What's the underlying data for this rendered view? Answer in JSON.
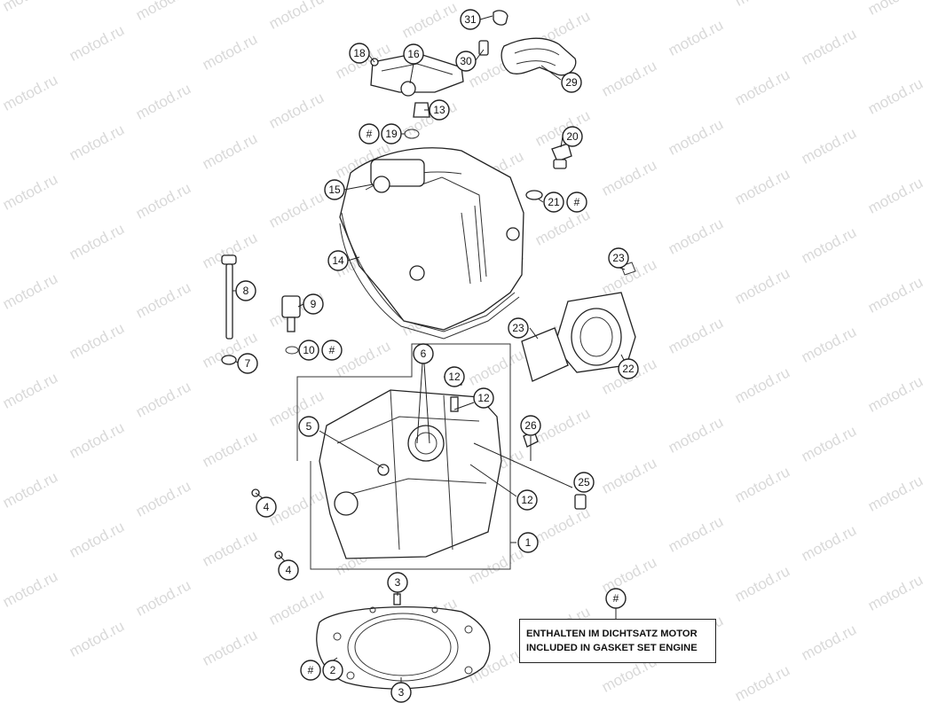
{
  "watermark_text": "motod.ru",
  "legend": {
    "symbol": "#",
    "line_de": "ENTHALTEN IM DICHTSATZ MOTOR",
    "line_en": "INCLUDED IN GASKET SET ENGINE"
  },
  "callouts": [
    {
      "id": "c31",
      "label": "31"
    },
    {
      "id": "c18",
      "label": "18"
    },
    {
      "id": "c16",
      "label": "16"
    },
    {
      "id": "c30",
      "label": "30"
    },
    {
      "id": "c29",
      "label": "29"
    },
    {
      "id": "c13",
      "label": "13"
    },
    {
      "id": "c19h",
      "label": "#"
    },
    {
      "id": "c19",
      "label": "19"
    },
    {
      "id": "c20",
      "label": "20"
    },
    {
      "id": "c15",
      "label": "15"
    },
    {
      "id": "c21",
      "label": "21"
    },
    {
      "id": "c21h",
      "label": "#"
    },
    {
      "id": "c14",
      "label": "14"
    },
    {
      "id": "c23a",
      "label": "23"
    },
    {
      "id": "c8",
      "label": "8"
    },
    {
      "id": "c9",
      "label": "9"
    },
    {
      "id": "c23b",
      "label": "23"
    },
    {
      "id": "c10",
      "label": "10"
    },
    {
      "id": "c10h",
      "label": "#"
    },
    {
      "id": "c6",
      "label": "6"
    },
    {
      "id": "c7",
      "label": "7"
    },
    {
      "id": "c22",
      "label": "22"
    },
    {
      "id": "c12a",
      "label": "12"
    },
    {
      "id": "c12b",
      "label": "12"
    },
    {
      "id": "c5",
      "label": "5"
    },
    {
      "id": "c26",
      "label": "26"
    },
    {
      "id": "c25",
      "label": "25"
    },
    {
      "id": "c12c",
      "label": "12"
    },
    {
      "id": "c4a",
      "label": "4"
    },
    {
      "id": "c1",
      "label": "1"
    },
    {
      "id": "c4b",
      "label": "4"
    },
    {
      "id": "c3a",
      "label": "3"
    },
    {
      "id": "c2h",
      "label": "#"
    },
    {
      "id": "c2",
      "label": "2"
    },
    {
      "id": "c3b",
      "label": "3"
    }
  ]
}
